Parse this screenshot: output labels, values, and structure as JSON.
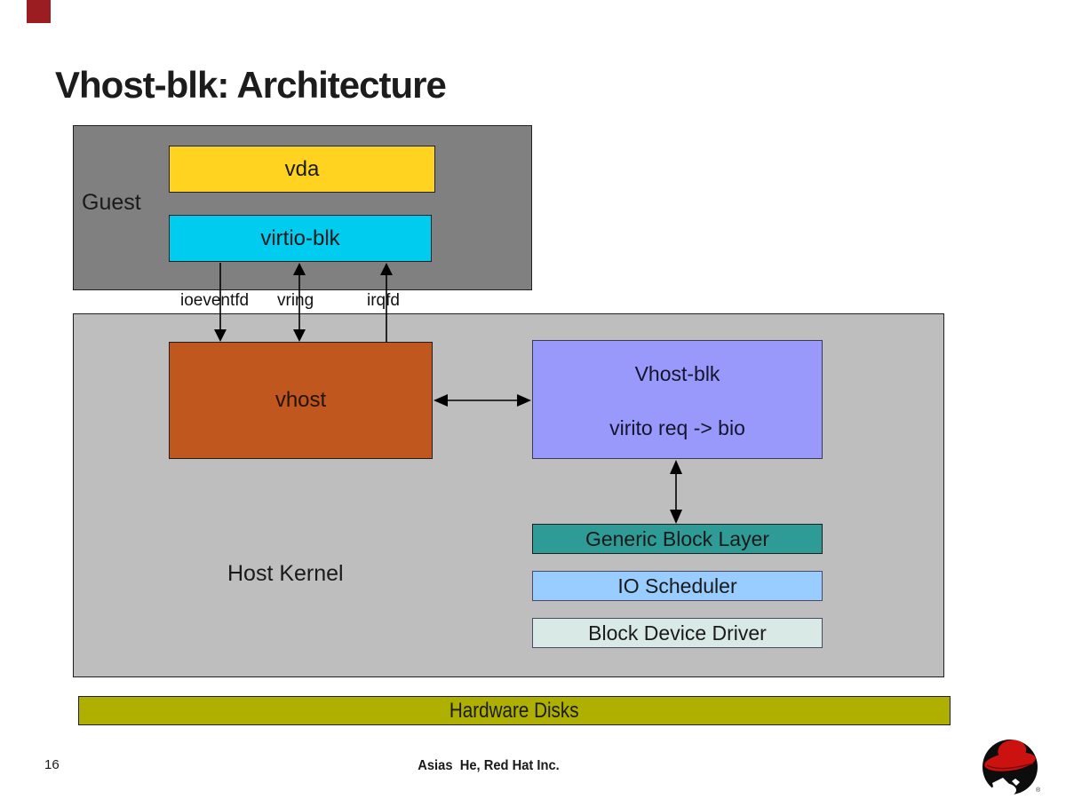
{
  "slide": {
    "title": "Vhost-blk: Architecture",
    "page_number": "16",
    "footer": "Asias  He, Red Hat Inc.",
    "logo": "red-hat-shadowman-logo"
  },
  "diagram": {
    "guest": {
      "label": "Guest",
      "vda": "vda",
      "virtio_blk": "virtio-blk"
    },
    "channels": {
      "ioeventfd": "ioeventfd",
      "vring": "vring",
      "irqfd": "irqfd"
    },
    "host": {
      "label": "Host Kernel",
      "vhost": "vhost",
      "vhost_blk_title": "Vhost-blk",
      "vhost_blk_sub": "virito req -> bio",
      "generic_block_layer": "Generic Block Layer",
      "io_scheduler": "IO Scheduler",
      "block_device_driver": "Block Device Driver"
    },
    "hardware": "Hardware Disks"
  },
  "colors": {
    "guest_bg": "#808080",
    "vda": "#FFD320",
    "virtio_blk": "#00CCF0",
    "host_bg": "#BEBEBE",
    "vhost": "#C0571E",
    "vhost_blk": "#9999FB",
    "generic_block_layer": "#2F9B97",
    "io_scheduler": "#99CCFF",
    "block_device_driver": "#D9EAE6",
    "hardware": "#AFAF00",
    "red_accent": "#9C1D21",
    "arrow": "#000000"
  }
}
